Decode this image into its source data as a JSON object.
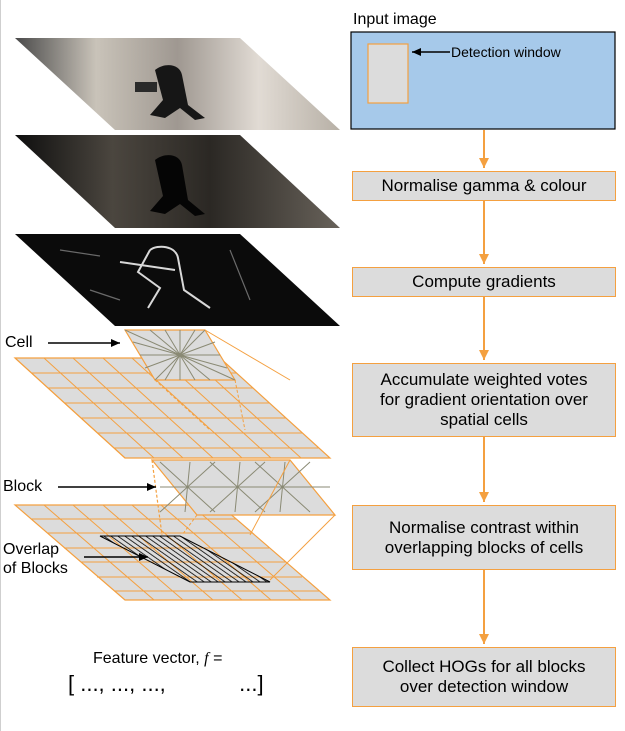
{
  "pipeline": {
    "input_label": "Input image",
    "detection_window_label": "Detection window",
    "steps": [
      "Normalise gamma & colour",
      "Compute gradients",
      "Accumulate weighted votes\nfor gradient orientation over\nspatial cells",
      "Normalise contrast within\noverlapping blocks of cells",
      "Collect HOGs for all blocks\nover detection window"
    ]
  },
  "illustration": {
    "cell_label": "Cell",
    "block_label": "Block",
    "overlap_label": "Overlap\nof Blocks",
    "feature_vector_label": "Feature vector, ",
    "feature_vector_symbol": "f",
    "feature_vector_equals": " =",
    "feature_vector_values": "[ ..., ..., ...,            ...]"
  },
  "colors": {
    "accent": "#f4a040",
    "step_fill": "#dcdcdc",
    "input_fill": "#a6c9ea",
    "grid_fill": "#dcdcdc",
    "orientation_lines": "#8a8a74"
  }
}
